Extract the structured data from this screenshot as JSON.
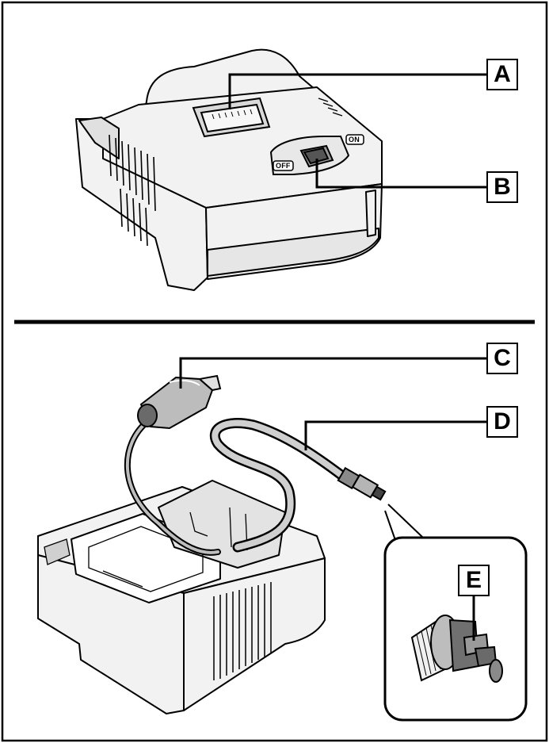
{
  "callouts": {
    "a": "A",
    "b": "B",
    "c": "C",
    "d": "D",
    "e": "E"
  },
  "switch_labels": {
    "off": "OFF",
    "on": "ON"
  },
  "colors": {
    "line": "#000000",
    "background": "#ffffff",
    "body_gray": "#f2f2f2",
    "shade": "#cfcfcf",
    "dark": "#555555"
  }
}
